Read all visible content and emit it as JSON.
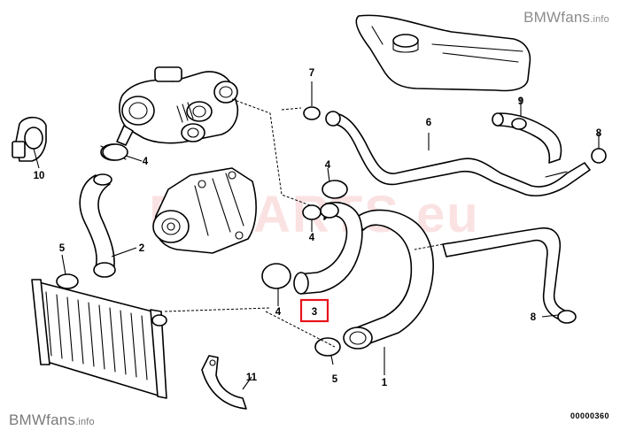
{
  "watermarks": {
    "top_brand": "BMWfans",
    "top_suffix": ".info",
    "bottom_brand": "BMWfans",
    "bottom_suffix": ".info",
    "center": "ESPARTS.eu"
  },
  "catalog_number": "00000360",
  "highlight_color": "#e8141c",
  "callouts": [
    {
      "id": "callout-7",
      "label": "7",
      "part": "hose clamp"
    },
    {
      "id": "callout-9",
      "label": "9",
      "part": "small clamp"
    },
    {
      "id": "callout-6",
      "label": "6",
      "part": "expansion tank hose"
    },
    {
      "id": "callout-8a",
      "label": "8",
      "part": "hose clip"
    },
    {
      "id": "callout-10",
      "label": "10",
      "part": "bracket"
    },
    {
      "id": "callout-4a",
      "label": "4",
      "part": "hose clamp"
    },
    {
      "id": "callout-4b",
      "label": "4",
      "part": "hose clamp"
    },
    {
      "id": "callout-4c",
      "label": "4",
      "part": "hose clamp"
    },
    {
      "id": "callout-4d",
      "label": "4",
      "part": "hose clamp"
    },
    {
      "id": "callout-2",
      "label": "2",
      "part": "upper hose"
    },
    {
      "id": "callout-5a",
      "label": "5",
      "part": "hose clamp"
    },
    {
      "id": "callout-3",
      "label": "3",
      "part": "water hose (highlighted)"
    },
    {
      "id": "callout-8b",
      "label": "8",
      "part": "hose clip"
    },
    {
      "id": "callout-1",
      "label": "1",
      "part": "lower radiator hose"
    },
    {
      "id": "callout-5b",
      "label": "5",
      "part": "hose clamp"
    },
    {
      "id": "callout-11",
      "label": "11",
      "part": "holder"
    }
  ]
}
